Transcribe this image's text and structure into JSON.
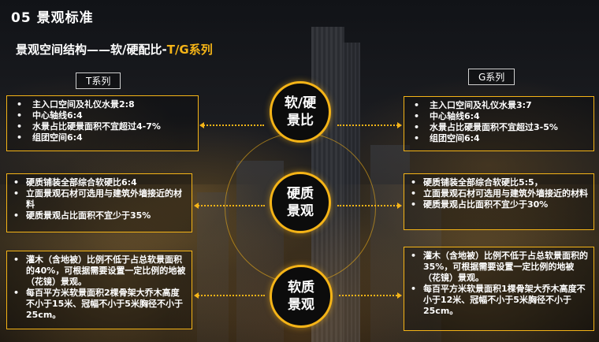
{
  "header": {
    "title": "05 景观标准",
    "subtitle_main": "景观空间结构——软/硬配比-",
    "subtitle_accent": "T/G系列"
  },
  "colors": {
    "accent": "#f5b417",
    "text": "#ffffff"
  },
  "labels": {
    "t_series": "T系列",
    "g_series": "G系列"
  },
  "center_circles": [
    "软/硬\n景比",
    "硬质\n景观",
    "软质\n景观"
  ],
  "left_boxes": [
    [
      "主入口空间及礼仪水景2:8",
      "中心轴线6:4",
      "水景占比硬景面积不宜超过4-7%",
      "组团空间6:4"
    ],
    [
      "硬质铺装全部综合软硬比6:4",
      "立面景观石材可选用与建筑外墙接近的材料",
      "硬质景观占比面积不宜少于35%"
    ],
    [
      "灌木（含地被）比例不低于占总软景面积的40%，可根据需要设置一定比例的地被（花镜）景观。",
      "每百平方米软景面积2棵骨架大乔木高度不小于15米、冠幅不小于5米胸径不小于25cm。"
    ]
  ],
  "right_boxes": [
    [
      "主入口空间及礼仪水景3:7",
      "中心轴线6:4",
      "水景占比硬景面积不宜超过3-5%",
      "组团空间6:4"
    ],
    [
      "硬质铺装全部综合软硬比5:5，",
      "立面景观石材可选用与建筑外墙接近的材料",
      "硬质景观占比面积不宜少于30%"
    ],
    [
      "灌木（含地被）比例不低于占总软景面积的35%，可根据需要设置一定比例的地被（花镜）景观。",
      "每百平方米软景面积1棵骨架大乔木高度不小于12米、冠幅不小于5米胸径不小于25cm。"
    ]
  ]
}
